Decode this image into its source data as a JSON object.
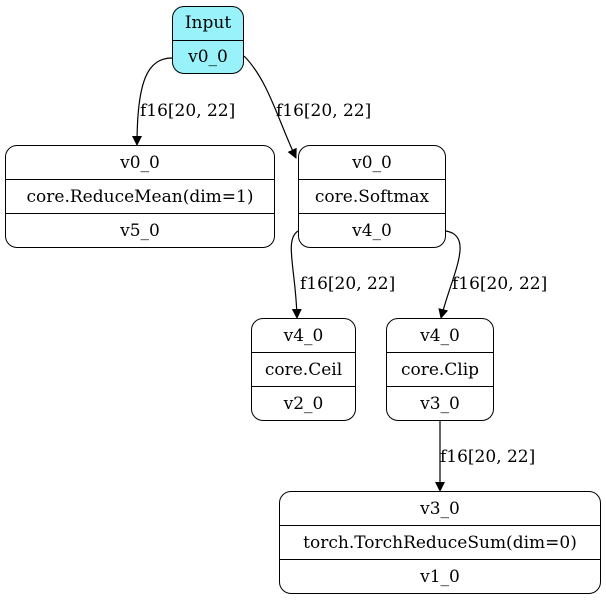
{
  "nodes": {
    "input": {
      "rows": [
        "Input",
        "v0_0"
      ],
      "fill": "#99f1f9"
    },
    "reducemean": {
      "rows": [
        "v0_0",
        "core.ReduceMean(dim=1)",
        "v5_0"
      ]
    },
    "softmax": {
      "rows": [
        "v0_0",
        "core.Softmax",
        "v4_0"
      ]
    },
    "ceil": {
      "rows": [
        "v4_0",
        "core.Ceil",
        "v2_0"
      ]
    },
    "clip": {
      "rows": [
        "v4_0",
        "core.Clip",
        "v3_0"
      ]
    },
    "reducesum": {
      "rows": [
        "v3_0",
        "torch.TorchReduceSum(dim=0)",
        "v1_0"
      ]
    }
  },
  "edges": [
    {
      "from": "input",
      "to": "reducemean",
      "label": "f16[20, 22]"
    },
    {
      "from": "input",
      "to": "softmax",
      "label": "f16[20, 22]"
    },
    {
      "from": "softmax",
      "to": "ceil",
      "label": "f16[20, 22]"
    },
    {
      "from": "softmax",
      "to": "clip",
      "label": "f16[20, 22]"
    },
    {
      "from": "clip",
      "to": "reducesum",
      "label": "f16[20, 22]"
    }
  ]
}
